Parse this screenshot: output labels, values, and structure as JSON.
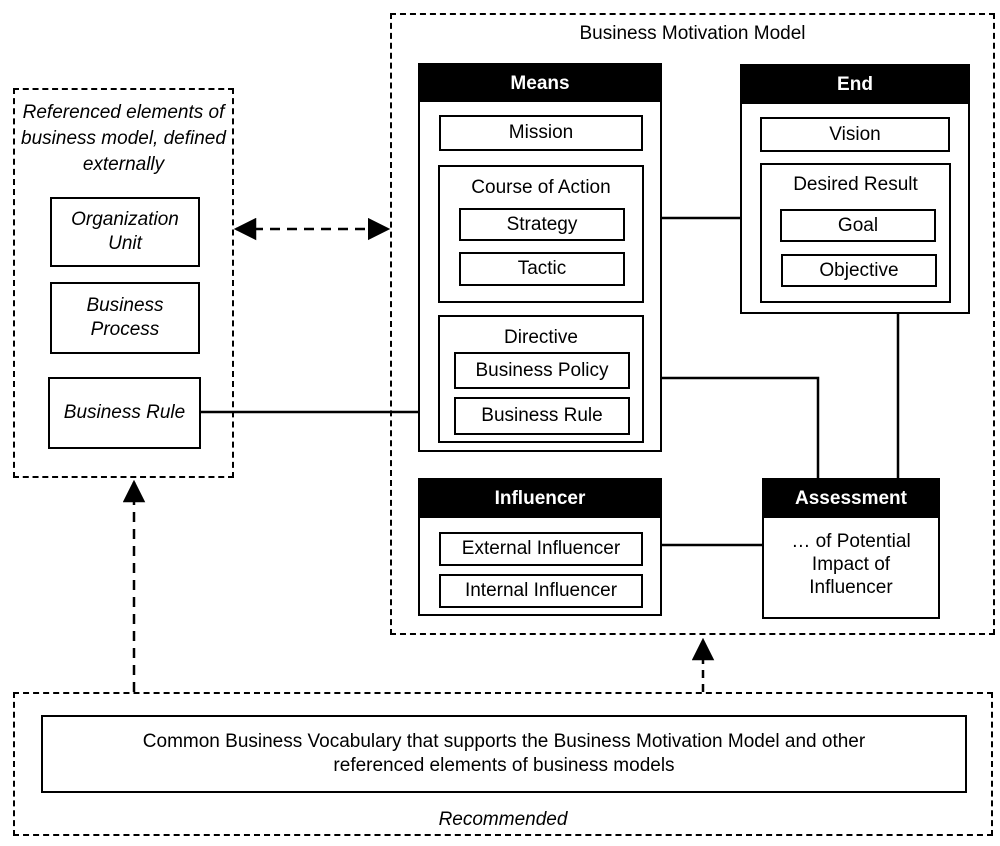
{
  "external": {
    "title": "Referenced elements of business model, defined externally",
    "items": [
      "Organization Unit",
      "Business Process",
      "Business Rule"
    ]
  },
  "bmm": {
    "title": "Business Motivation Model",
    "means": {
      "header": "Means",
      "mission": "Mission",
      "course_of_action": {
        "label": "Course of Action",
        "items": [
          "Strategy",
          "Tactic"
        ]
      },
      "directive": {
        "label": "Directive",
        "items": [
          "Business Policy",
          "Business Rule"
        ]
      }
    },
    "end": {
      "header": "End",
      "vision": "Vision",
      "desired_result": {
        "label": "Desired Result",
        "items": [
          "Goal",
          "Objective"
        ]
      }
    },
    "influencer": {
      "header": "Influencer",
      "items": [
        "External Influencer",
        "Internal Influencer"
      ]
    },
    "assessment": {
      "header": "Assessment",
      "text": "… of Potential Impact of Influencer"
    }
  },
  "vocabulary": {
    "text": "Common Business Vocabulary that supports the Business Motivation Model and other referenced elements of business models",
    "caption": "Recommended"
  }
}
